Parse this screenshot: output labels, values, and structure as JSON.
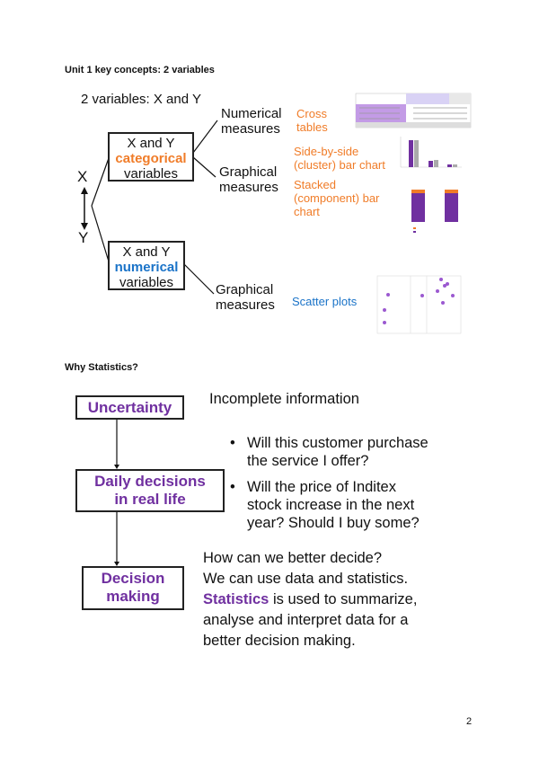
{
  "section1": {
    "heading": "Unit 1 key concepts: 2 variables",
    "subtitle": "2 variables: X and Y",
    "axis_x": "X",
    "axis_y": "Y",
    "box_categorical": {
      "line1": "X and Y",
      "highlight": "categorical",
      "line3": "variables"
    },
    "box_numerical": {
      "line1": "X and Y",
      "highlight": "numerical",
      "line3": "variables"
    },
    "numerical_measures": [
      "Numerical",
      "measures"
    ],
    "graphical_measures_1": [
      "Graphical",
      "measures"
    ],
    "graphical_measures_2": [
      "Graphical",
      "measures"
    ],
    "cross_tables": [
      "Cross",
      "tables"
    ],
    "cluster_bar": [
      "Side-by-side",
      "(cluster) bar chart"
    ],
    "stacked_bar": [
      "Stacked",
      "(component) bar",
      "chart"
    ],
    "scatter": "Scatter plots",
    "colors": {
      "categorical": "#f07c28",
      "numerical": "#1a73c8",
      "thumb_purple": "#7030a0"
    }
  },
  "section2": {
    "heading": "Why Statistics?",
    "flow": [
      "Uncertainty",
      [
        "Daily decisions",
        "in real life"
      ],
      [
        "Decision",
        "making"
      ]
    ],
    "incomplete": "Incomplete information",
    "bullets": [
      [
        "Will this customer purchase",
        "the service I offer?"
      ],
      [
        "Will the price of Inditex",
        "stock increase in the next",
        "year? Should I buy some?"
      ]
    ],
    "paragraph": {
      "line1": "How can we better decide?",
      "line2": "We can use data and statistics.",
      "highlight": "Statistics",
      "line3_rest": " is used to summarize,",
      "line4": "analyse and interpret data for a",
      "line5": "better decision making."
    },
    "colors": {
      "accent": "#7030a0"
    }
  },
  "page_number": "2"
}
